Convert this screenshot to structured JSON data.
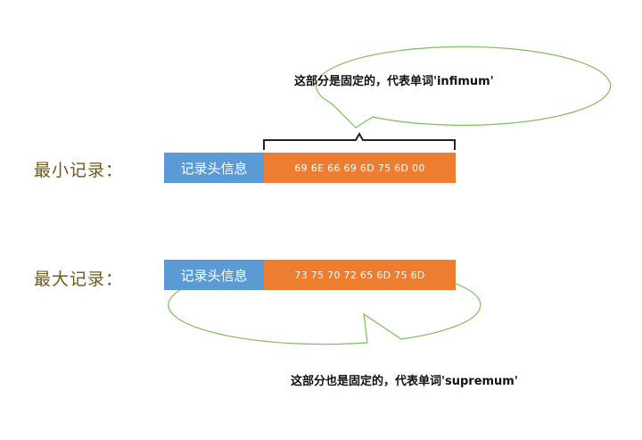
{
  "min_record": {
    "label": "最小记录：",
    "header": "记录头信息",
    "bytes": "69 6E 66 69 6D 75 6D 00",
    "callout": "这部分是固定的，代表单词'infimum'"
  },
  "max_record": {
    "label": "最大记录：",
    "header": "记录头信息",
    "bytes": "73 75 70 72 65 6D 75 6D",
    "callout": "这部分也是固定的，代表单词'supremum'"
  },
  "colors": {
    "header_box": "#5b9bd5",
    "bytes_box": "#ed7d31",
    "bubble_stroke": "#7cbf5a",
    "label_text": "#6b5a1a"
  }
}
